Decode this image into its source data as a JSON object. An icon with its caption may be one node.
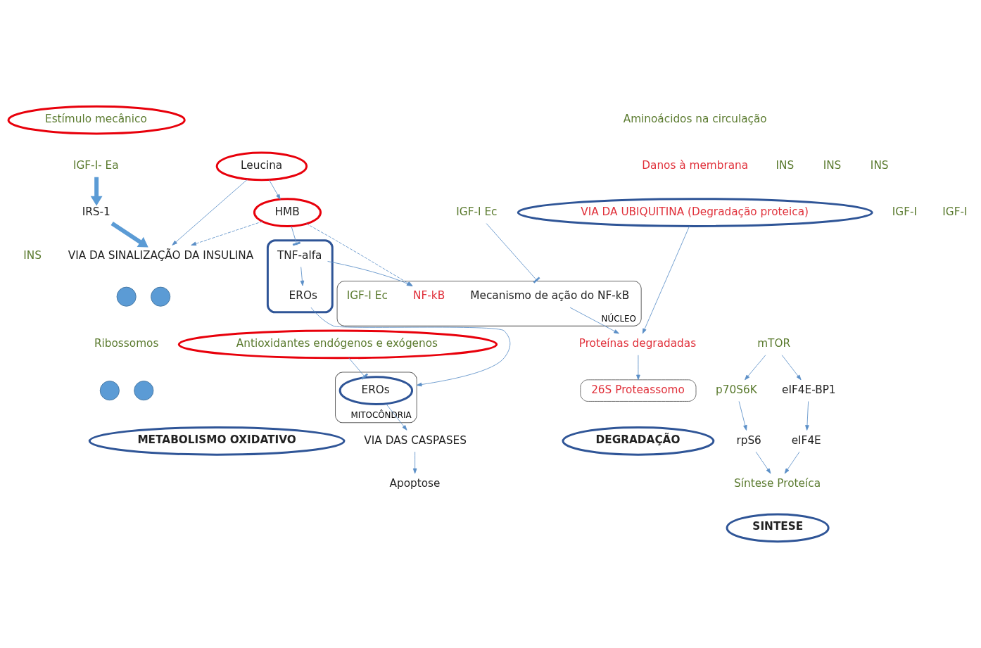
{
  "diagram": {
    "nodes": [
      {
        "text": [
          "Estímulo mecânico"
        ]
      },
      {
        "text": [
          "Leucina"
        ]
      },
      {
        "text": [
          "IGF-I- Ea"
        ]
      },
      {
        "text": [
          "IRS-1"
        ]
      },
      {
        "text": [
          "HMB"
        ]
      },
      {
        "text": [],
        "shape": "ellipse"
      },
      {
        "text": [
          "TNF-alfa"
        ],
        "in": 5
      },
      {
        "text": [
          "EROs"
        ],
        "in": 5
      },
      {
        "text": [
          "VIA DA UBIQUITINA (Degradação proteica)"
        ]
      },
      {
        "text": [
          "IGF-I Ec"
        ]
      },
      {
        "text": [
          "VIA DA SINALIZAÇÃO DA INSULINA"
        ]
      },
      {
        "text": [
          "NÚCLEO"
        ]
      },
      {
        "text": [
          "Mecanismo de ação do NF-kB"
        ],
        "in": 11
      },
      {
        "text": [
          "NF-kB"
        ],
        "in": 11
      },
      {
        "text": [
          "IGF-I Ec"
        ],
        "in": 11
      },
      {
        "text": [],
        "shape": "circle"
      },
      {
        "text": [],
        "shape": "circle"
      },
      {
        "text": [],
        "shape": "circle"
      },
      {
        "text": [],
        "shape": "circle"
      },
      {
        "text": [
          "mTOR"
        ]
      },
      {
        "text": [
          "Proteínas degradadas"
        ]
      },
      {
        "text": [
          "Apoptose"
        ]
      },
      {
        "text": [
          "p70S6K"
        ]
      },
      {
        "text": [
          "eIF4E-BP1"
        ]
      },
      {
        "text": [
          "VIA DAS CASPASES"
        ]
      },
      {
        "text": [
          "26S Proteassomo"
        ]
      },
      {
        "text": [
          "Antioxidantes endógenos e exógenos"
        ]
      },
      {
        "text": [
          "MITOCÔNDRIA"
        ]
      },
      {
        "text": [
          "EROs"
        ],
        "in": 27
      },
      {
        "text": [
          "eIF4E"
        ]
      },
      {
        "text": [
          "rpS6"
        ]
      },
      {
        "text": [
          "Síntese Proteíca"
        ]
      },
      {
        "text": [
          "DEGRADAÇÃO"
        ]
      },
      {
        "text": [
          "METABOLISMO OXIDATIVO"
        ]
      },
      {
        "text": [
          "SINTESE"
        ]
      }
    ],
    "edges": [
      {
        "from": 1,
        "to": 4,
        "arrow": "to"
      },
      {
        "from": 1,
        "to": 10,
        "arrow": "to"
      },
      {
        "from": 4,
        "to": 6,
        "arrow": "other"
      },
      {
        "from": 4,
        "to": 10,
        "arrow": "to",
        "style": "dashed"
      },
      {
        "from": 4,
        "to": 13,
        "arrow": "to",
        "style": "dashed"
      },
      {
        "from": 6,
        "to": 7,
        "arrow": "to"
      },
      {
        "from": 6,
        "to": 13,
        "arrow": "to"
      },
      {
        "from": 7,
        "to": 27,
        "arrow": "to"
      },
      {
        "from": 9,
        "to": 11,
        "arrow": "other"
      },
      {
        "from": 8,
        "to": 20,
        "arrow": "to"
      },
      {
        "from": 12,
        "to": 20,
        "arrow": "to"
      },
      {
        "from": 20,
        "to": 25,
        "arrow": "to"
      },
      {
        "from": 28,
        "to": 24,
        "arrow": "to"
      },
      {
        "from": 24,
        "to": 21,
        "arrow": "to"
      },
      {
        "from": 26,
        "to": 28,
        "arrow": "other"
      },
      {
        "from": 2,
        "to": 3,
        "arrow": "to",
        "style": "thick"
      },
      {
        "from": 3,
        "to": 10,
        "arrow": "to",
        "style": "thick"
      },
      {
        "from": 19,
        "to": 23,
        "arrow": "to"
      },
      {
        "from": 19,
        "to": 22,
        "arrow": "to"
      },
      {
        "from": 22,
        "to": 30,
        "arrow": "to"
      },
      {
        "from": 23,
        "to": 29,
        "arrow": "to"
      },
      {
        "from": 29,
        "to": 31,
        "arrow": "to"
      },
      {
        "from": 30,
        "to": 31,
        "arrow": "to"
      }
    ],
    "labels": [
      "Aminoácidos na circulação",
      "Danos à membrana",
      "INS",
      "INS",
      "INS",
      "IGF-I",
      "IGF-I",
      "INS",
      "Ribossomos"
    ]
  }
}
